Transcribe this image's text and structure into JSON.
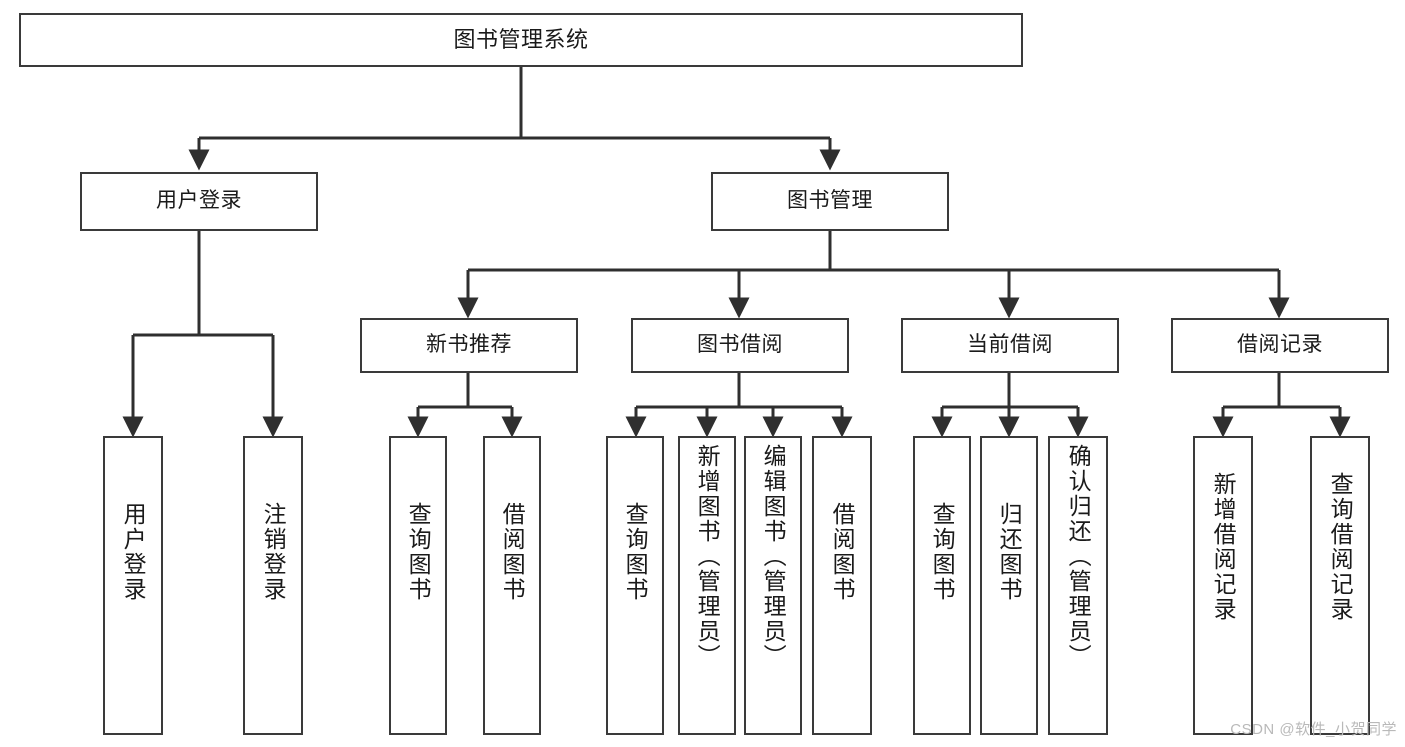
{
  "diagram": {
    "title": "图书管理系统",
    "watermark": "CSDN @软件_小贺同学",
    "colors": {
      "background": "#ffffff",
      "stroke": "#3a3a3a",
      "text": "#1a1a1a",
      "watermark": "#b9b9b9"
    },
    "nodes": {
      "root": "图书管理系统",
      "level2": {
        "user_login": "用户登录",
        "book_manage": "图书管理"
      },
      "level3": {
        "new_book_recommend": "新书推荐",
        "book_borrow": "图书借阅",
        "current_borrow": "当前借阅",
        "borrow_record": "借阅记录"
      },
      "leaves": {
        "user_login": [
          "用户登录",
          "注销登录"
        ],
        "new_book_recommend": [
          "查询图书",
          "借阅图书"
        ],
        "book_borrow": [
          "查询图书",
          "新增图书（管理员）",
          "编辑图书（管理员）",
          "借阅图书"
        ],
        "current_borrow": [
          "查询图书",
          "归还图书",
          "确认归还（管理员）"
        ],
        "borrow_record": [
          "新增借阅记录",
          "查询借阅记录"
        ]
      }
    }
  }
}
